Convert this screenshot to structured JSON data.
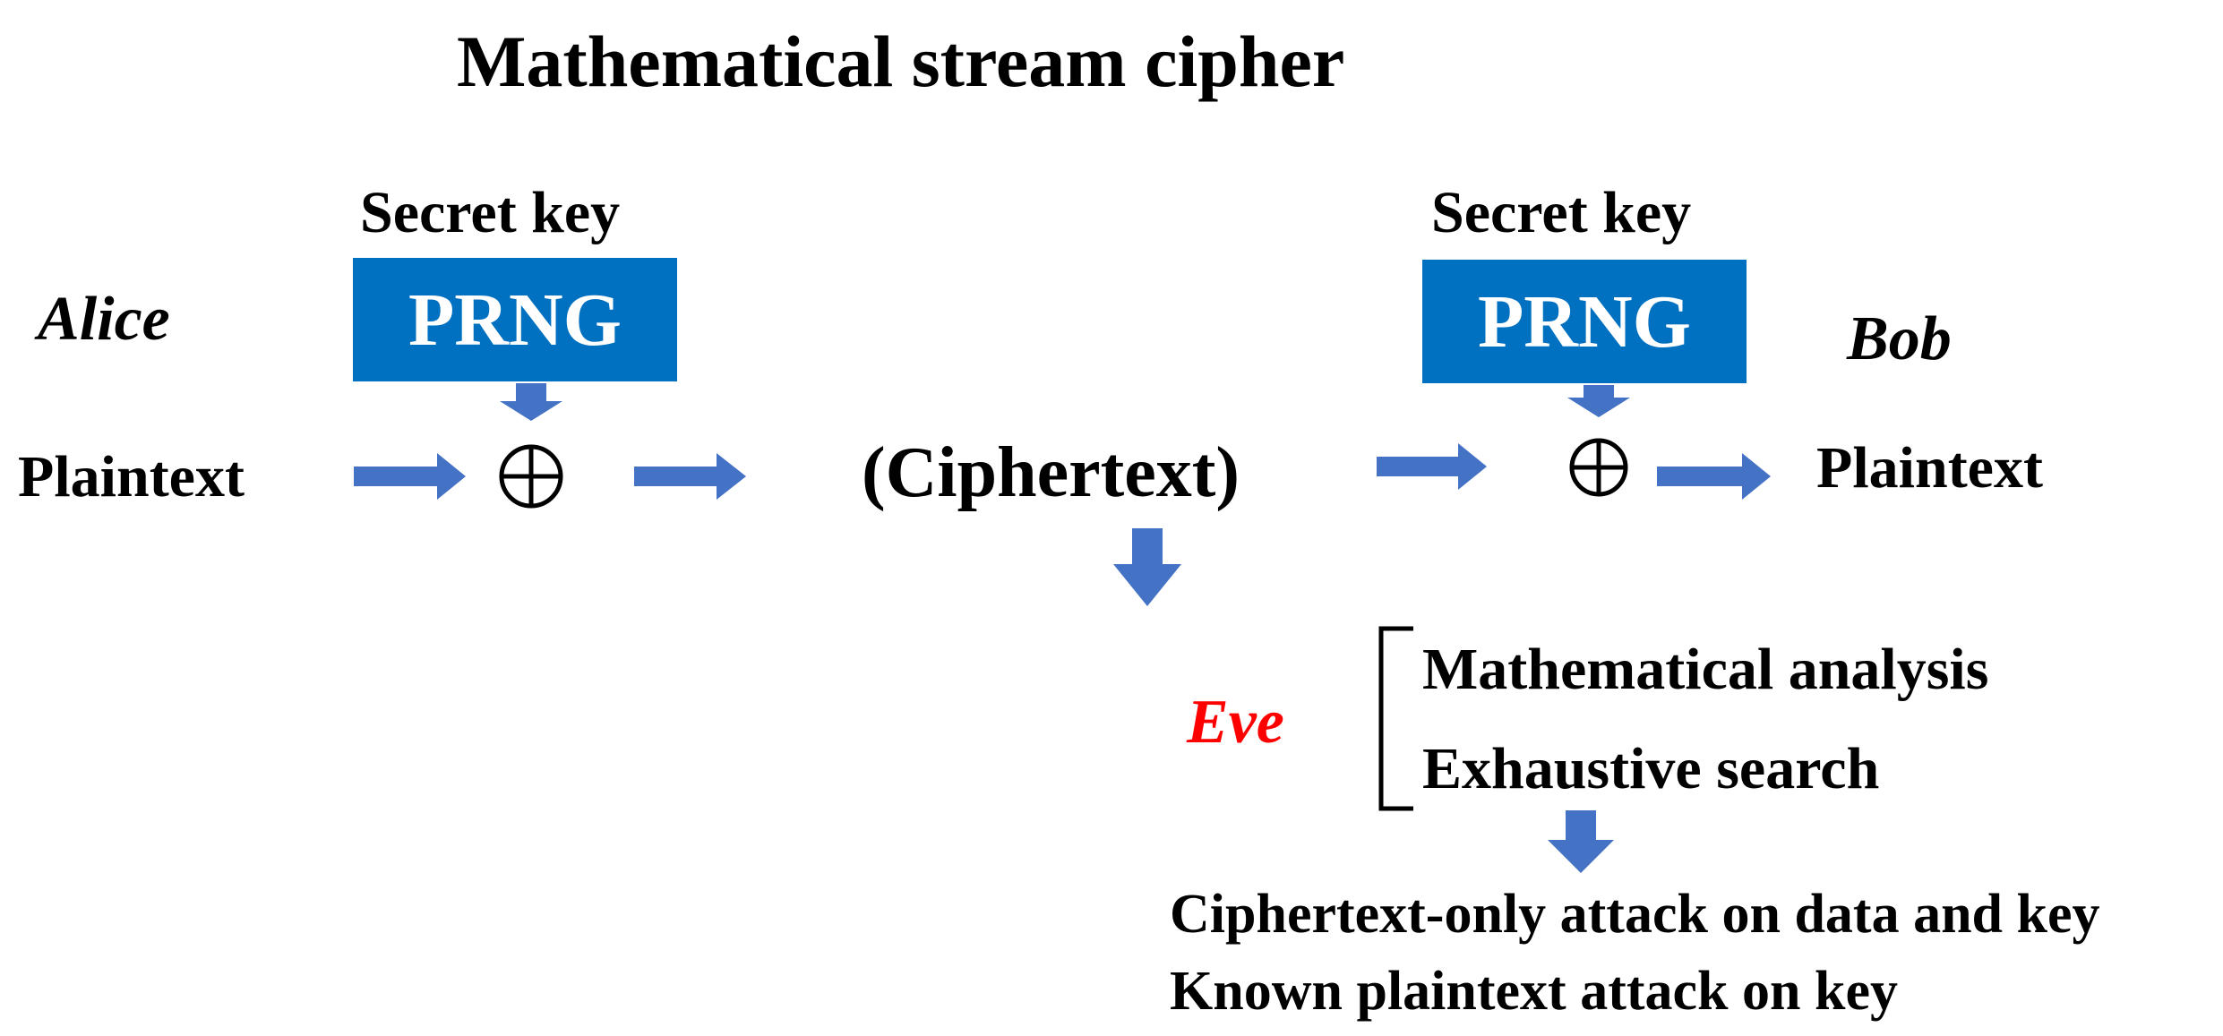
{
  "title": "Mathematical stream cipher",
  "alice": {
    "name": "Alice",
    "key_label": "Secret key",
    "prng_label": "PRNG",
    "plaintext_label": "Plaintext"
  },
  "bob": {
    "name": "Bob",
    "key_label": "Secret key",
    "prng_label": "PRNG",
    "plaintext_label": "Plaintext"
  },
  "ciphertext_label": "(Ciphertext)",
  "xor_symbol": "⊕",
  "eve": {
    "name": "Eve",
    "methods": [
      "Mathematical analysis",
      "Exhaustive search"
    ],
    "attacks": [
      "Ciphertext-only attack on data and key",
      "Known plaintext attack on key"
    ]
  },
  "colors": {
    "prng_box": "#0070c0",
    "arrow": "#4472c4",
    "eve": "#ff0000"
  }
}
